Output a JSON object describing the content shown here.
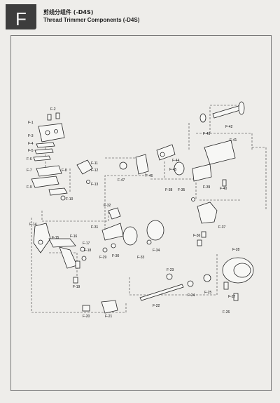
{
  "header": {
    "section_letter": "F",
    "title_cn": "剪线分组件 (-D4S)",
    "title_en": "Thread Trimmer Components (-D4S)"
  },
  "part_labels": [
    "F-1",
    "F-2",
    "F-3",
    "F-4",
    "F-5",
    "F-6",
    "F-7",
    "F-8",
    "F-9",
    "F-10",
    "F-11",
    "F-12",
    "F-13",
    "F-14",
    "F-15",
    "F-16",
    "F-17",
    "F-18",
    "F-19",
    "F-20",
    "F-21",
    "F-22",
    "F-23",
    "F-24",
    "F-25",
    "F-26",
    "F-27",
    "F-28",
    "F-29",
    "F-30",
    "F-31",
    "F-32",
    "F-33",
    "F-34",
    "F-35",
    "F-36",
    "F-37",
    "F-38",
    "F-39",
    "F-40",
    "F-41",
    "F-42",
    "F-43",
    "F-44",
    "F-45",
    "F-46",
    "F-47"
  ]
}
